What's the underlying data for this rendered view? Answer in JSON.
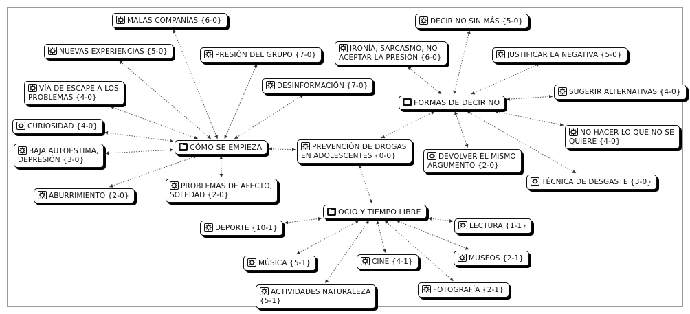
{
  "colors": {
    "node_border": "#111111",
    "link": "#555555",
    "background": "#ffffff"
  },
  "icons": {
    "topic": "gear-icon",
    "core": "folder-icon"
  },
  "nodes": [
    {
      "id": "center",
      "text": "PREVENCIÓN DE DROGAS\nEN ADOLESCENTES {0-0}",
      "icon": "gear-icon"
    },
    {
      "id": "como",
      "text": "CÓMO SE EMPIEZA",
      "icon": "folder-icon"
    },
    {
      "id": "formas",
      "text": "FORMAS DE DECIR NO",
      "icon": "folder-icon"
    },
    {
      "id": "ocio",
      "text": "OCIO Y TIEMPO LIBRE",
      "icon": "folder-icon"
    },
    {
      "id": "malas",
      "text": "MALAS COMPAÑÍAS {6-0}",
      "icon": "gear-icon"
    },
    {
      "id": "nuevas",
      "text": "NUEVAS EXPERIENCIAS {5-0}",
      "icon": "gear-icon"
    },
    {
      "id": "presion",
      "text": "PRESIÓN DEL GRUPO {7-0}",
      "icon": "gear-icon"
    },
    {
      "id": "via",
      "text": "VÍA DE ESCAPE A LOS\nPROBLEMAS {4-0}",
      "icon": "gear-icon"
    },
    {
      "id": "desinfo",
      "text": "DESINFORMACIÓN {7-0}",
      "icon": "gear-icon"
    },
    {
      "id": "curiosidad",
      "text": "CURIOSIDAD {4-0}",
      "icon": "gear-icon"
    },
    {
      "id": "baja",
      "text": "BAJA AUTOESTIMA,\nDEPRESIÓN {3-0}",
      "icon": "gear-icon"
    },
    {
      "id": "aburr",
      "text": "ABURRIMIENTO {2-0}",
      "icon": "gear-icon"
    },
    {
      "id": "afecto",
      "text": "PROBLEMAS DE AFECTO,\nSOLEDAD {2-0}",
      "icon": "gear-icon"
    },
    {
      "id": "decir",
      "text": "DECIR NO SIN MÁS {5-0}",
      "icon": "gear-icon"
    },
    {
      "id": "ironia",
      "text": "IRONÍA, SARCASMO, NO\nACEPTAR LA PRESIÓN {6-0}",
      "icon": "gear-icon"
    },
    {
      "id": "justificar",
      "text": "JUSTIFICAR LA NEGATIVA {5-0}",
      "icon": "gear-icon"
    },
    {
      "id": "sugerir",
      "text": "SUGERIR ALTERNATIVAS {4-0}",
      "icon": "gear-icon"
    },
    {
      "id": "nohacer",
      "text": "NO HACER LO QUE NO SE\nQUIERE {4-0}",
      "icon": "gear-icon"
    },
    {
      "id": "devolver",
      "text": "DEVOLVER EL MISMO\nARGUMENTO {2-0}",
      "icon": "gear-icon"
    },
    {
      "id": "tecnica",
      "text": "TÉCNICA DE DESGASTE {3-0}",
      "icon": "gear-icon"
    },
    {
      "id": "deporte",
      "text": "DEPORTE {10-1}",
      "icon": "gear-icon"
    },
    {
      "id": "lectura",
      "text": "LECTURA {1-1}",
      "icon": "gear-icon"
    },
    {
      "id": "musica",
      "text": "MÚSICA {5-1}",
      "icon": "gear-icon"
    },
    {
      "id": "cine",
      "text": "CINE {4-1}",
      "icon": "gear-icon"
    },
    {
      "id": "museos",
      "text": "MUSEOS {2-1}",
      "icon": "gear-icon"
    },
    {
      "id": "actividades",
      "text": "ACTIVIDADES NATURALEZA\n{5-1}",
      "icon": "gear-icon"
    },
    {
      "id": "fotografia",
      "text": "FOTOGRAFÍA {2-1}",
      "icon": "gear-icon"
    }
  ],
  "links": [
    [
      "center",
      "como"
    ],
    [
      "center",
      "formas"
    ],
    [
      "center",
      "ocio"
    ],
    [
      "como",
      "malas"
    ],
    [
      "como",
      "nuevas"
    ],
    [
      "como",
      "presion"
    ],
    [
      "como",
      "via"
    ],
    [
      "como",
      "desinfo"
    ],
    [
      "como",
      "curiosidad"
    ],
    [
      "como",
      "baja"
    ],
    [
      "como",
      "aburr"
    ],
    [
      "como",
      "afecto"
    ],
    [
      "formas",
      "decir"
    ],
    [
      "formas",
      "ironia"
    ],
    [
      "formas",
      "justificar"
    ],
    [
      "formas",
      "sugerir"
    ],
    [
      "formas",
      "nohacer"
    ],
    [
      "formas",
      "devolver"
    ],
    [
      "formas",
      "tecnica"
    ],
    [
      "ocio",
      "deporte"
    ],
    [
      "ocio",
      "lectura"
    ],
    [
      "ocio",
      "musica"
    ],
    [
      "ocio",
      "cine"
    ],
    [
      "ocio",
      "museos"
    ],
    [
      "ocio",
      "actividades"
    ],
    [
      "ocio",
      "fotografia"
    ]
  ]
}
